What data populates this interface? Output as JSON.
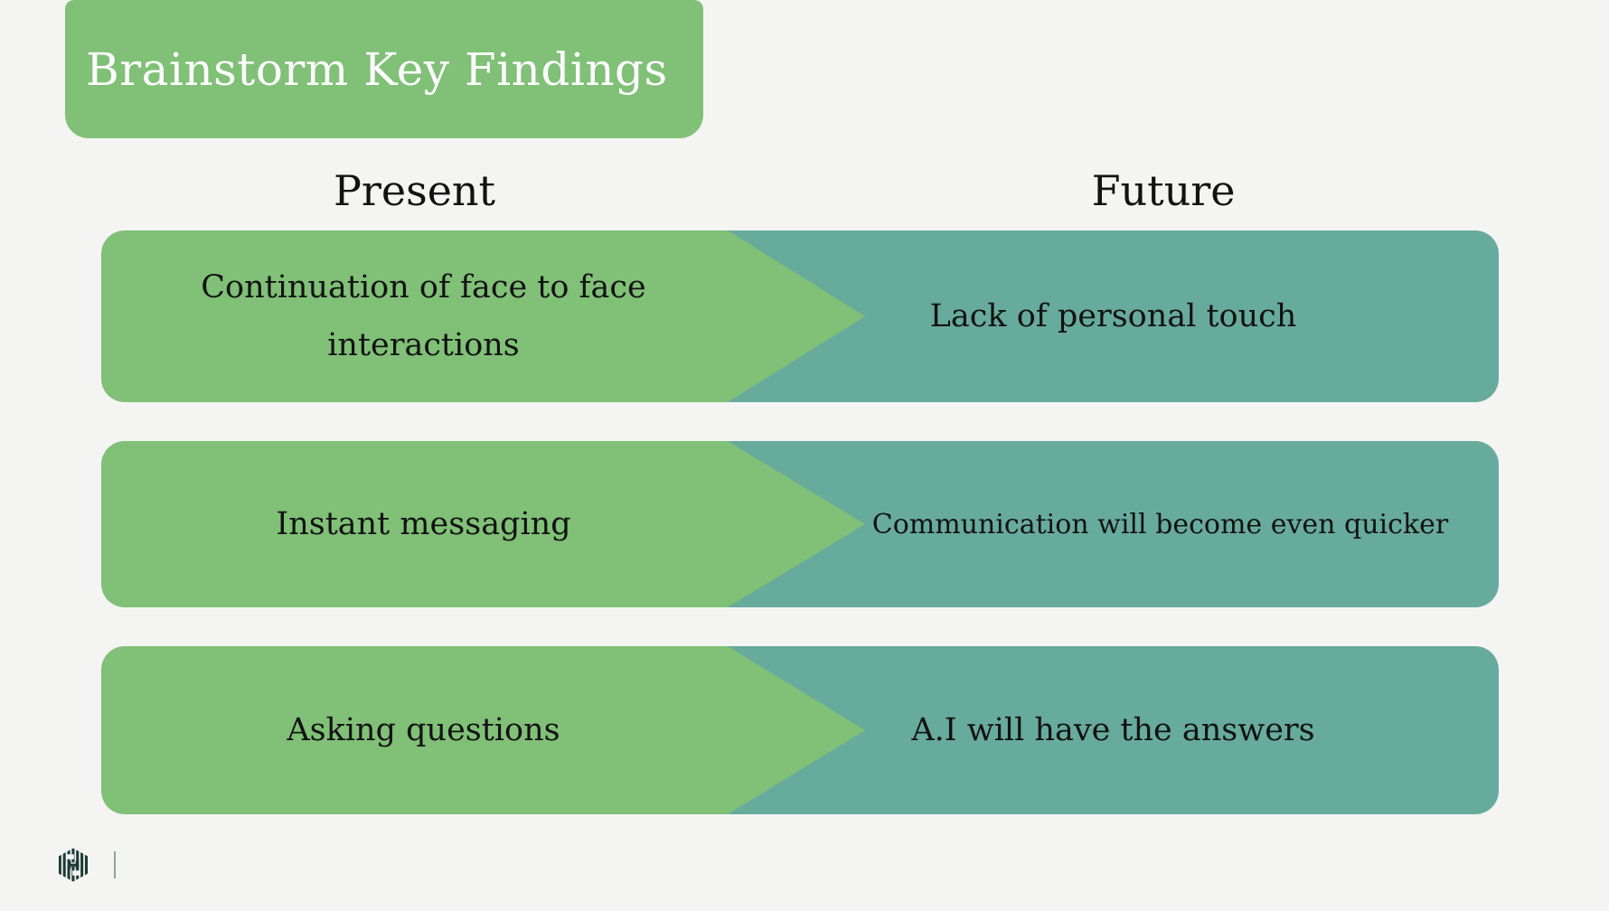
{
  "slide": {
    "title": "Brainstorm Key Findings",
    "column_headers": {
      "present": "Present",
      "future": "Future"
    },
    "rows": [
      {
        "present": "Continuation of face to face interactions",
        "future": "Lack of personal touch"
      },
      {
        "present": "Instant messaging",
        "future": "Communication will become even quicker"
      },
      {
        "present": "Asking questions",
        "future": "A.I will have the answers"
      }
    ],
    "footer": {
      "logo_icon": "hexagon-stripes-logo"
    },
    "colors": {
      "present_green": "#80c077",
      "future_teal": "#67ab9d",
      "background": "#f4f4f3",
      "title_text": "#fcfcfc",
      "body_text": "#121212",
      "logo": "#1d3b35"
    }
  }
}
